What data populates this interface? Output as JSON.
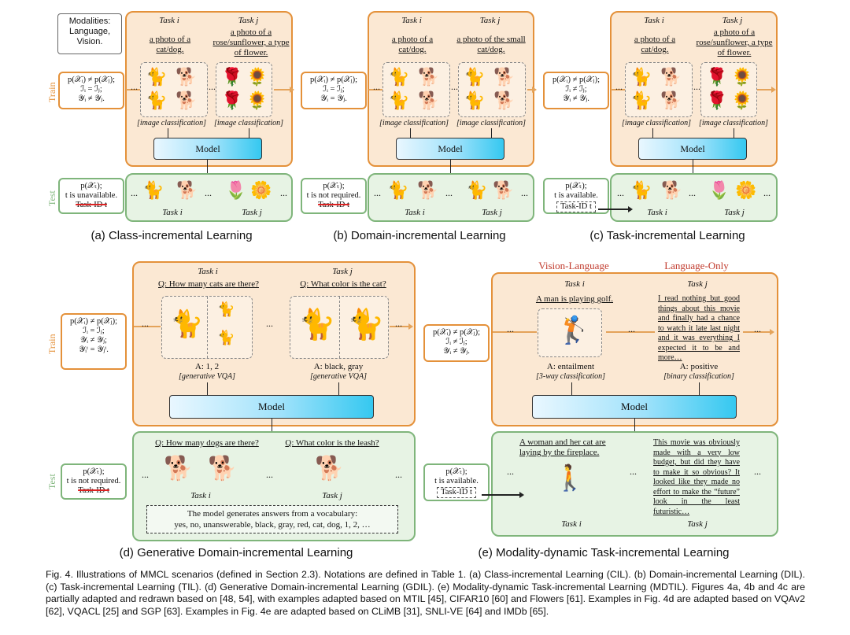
{
  "modalities_box": {
    "line1": "Modalities:",
    "line2": "Language,",
    "line3": "Vision."
  },
  "labels": {
    "train": "Train",
    "test": "Test",
    "model": "Model",
    "task_i": "Task i",
    "task_j": "Task j",
    "ellipsis": "..."
  },
  "panel_a": {
    "train_text": {
      "l1": "p(𝒳ᵢ) ≠ p(𝒳ⱼ);",
      "l2": "ℐᵢ = ℐⱼ;",
      "l3": "𝒴ᵢ ≠ 𝒴ⱼ."
    },
    "task_i_desc": "a photo of a cat/dog.",
    "task_j_desc": "a photo of a rose/sunflower, a type of flower.",
    "note_i": "[image classification]",
    "note_j": "[image classification]",
    "test_text": {
      "l1": "p(𝒳ₜ);",
      "l2": "t is unavailable.",
      "l3": "Task-ID t"
    },
    "caption": "(a) Class-incremental Learning"
  },
  "panel_b": {
    "train_text": {
      "l1": "p(𝒳ᵢ) ≠ p(𝒳ⱼ);",
      "l2": "ℐᵢ = ℐⱼ;",
      "l3": "𝒴ᵢ = 𝒴ⱼ."
    },
    "task_i_desc": "a photo of a cat/dog.",
    "task_j_desc": "a photo of the small cat/dog.",
    "note_i": "[image classification]",
    "note_j": "[image classification]",
    "test_text": {
      "l1": "p(𝒳ₜ);",
      "l2": "t is not required.",
      "l3": "Task-ID t"
    },
    "caption": "(b) Domain-incremental Learning"
  },
  "panel_c": {
    "train_text": {
      "l1": "p(𝒳ᵢ) ≠ p(𝒳ⱼ);",
      "l2": "ℐᵢ ≠ ℐⱼ;",
      "l3": "𝒴ᵢ ≠ 𝒴ⱼ."
    },
    "task_i_desc": "a photo of a cat/dog.",
    "task_j_desc": "a photo of a rose/sunflower, a type of flower.",
    "note_i": "[image classification]",
    "note_j": "[image classification]",
    "test_text": {
      "l1": "p(𝒳ₜ);",
      "l2": "t is available.",
      "l3": "Task-ID t"
    },
    "caption": "(c) Task-incremental Learning"
  },
  "panel_d": {
    "train_text": {
      "l1": "p(𝒳ᵢ) ≠ p(𝒳ⱼ);",
      "l2": "ℐᵢ = ℐⱼ;",
      "l3": "𝒴ᵢ ≠ 𝒴ⱼ;",
      "l4": "𝒴ᵢᵗ = 𝒴ⱼᵗ."
    },
    "task_i_q": "Q: How many cats are there?",
    "task_j_q": "Q: What color is the cat?",
    "answer_i": "A: 1, 2",
    "note_i": "[generative VQA]",
    "answer_j": "A: black, gray",
    "note_j": "[generative VQA]",
    "test_q_i": "Q: How many dogs are there?",
    "test_q_j": "Q: What color is the leash?",
    "vocab_l1": "The model generates answers from a vocabulary:",
    "vocab_l2": "yes, no, unanswerable, black, gray, red, cat, dog, 1, 2, …",
    "test_text": {
      "l1": "p(𝒳ₜ);",
      "l2": "t is not required.",
      "l3": "Task-ID t"
    },
    "caption": "(d) Generative Domain-incremental Learning"
  },
  "panel_e": {
    "vl_title": "Vision-Language",
    "lo_title": "Language-Only",
    "train_text": {
      "l1": "p(𝒳ᵢ) ≠ p(𝒳ⱼ);",
      "l2": "ℐᵢ ≠ ℐⱼ;",
      "l3": "𝒴ᵢ ≠ 𝒴ⱼ."
    },
    "task_i_desc": "A man is playing golf.",
    "task_j_review": "I read nothing but good things about this movie and finally had a chance to watch it late last night and it was everything I expected it to be and more…",
    "answer_i": "A: entailment",
    "note_i": "[3-way classification]",
    "answer_j": "A: positive",
    "note_j": "[binary classification]",
    "test_i_desc": "A woman and her cat are laying by the fireplace.",
    "test_j_review": "This movie was obviously made with a very low budget, but did they have to make it so obvious? It looked like they made no effort to make the “future” look in the least futuristic…",
    "test_text": {
      "l1": "p(𝒳ₜ);",
      "l2": "t is available.",
      "l3": "Task-ID t"
    },
    "caption": "(e) Modality-dynamic Task-incremental Learning"
  },
  "figure_caption": "Fig. 4. Illustrations of MMCL scenarios (defined in Section 2.3). Notations are defined in Table 1. (a) Class-incremental Learning (CIL). (b) Domain-incremental Learning (DIL). (c) Task-incremental Learning (TIL). (d) Generative Domain-incremental Learning (GDIL). (e) Modality-dynamic Task-incremental Learning (MDTIL). Figures 4a, 4b and 4c are partially adapted and redrawn based on [48, 54], with examples adapted based on MTIL [45], CIFAR10 [60] and Flowers [61]. Examples in Fig. 4d are adapted based on VQAv2 [62], VQACL [25] and SGP [63]. Examples in Fig. 4e are adapted based on CLiMB [31], SNLI-VE [64] and IMDb [65].",
  "colors": {
    "orange": "#e4913a",
    "green": "#7fb57b",
    "red": "#c0392b",
    "cyan": "#35c8f0"
  },
  "icons": [
    "cat-icon",
    "dog-icon",
    "rose-icon",
    "sunflower-icon",
    "golfer-icon",
    "woman-icon"
  ]
}
